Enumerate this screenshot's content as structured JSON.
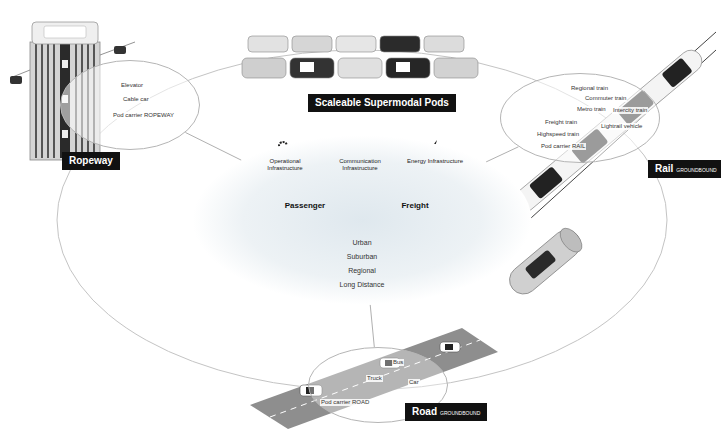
{
  "diagram": {
    "nodes": [
      {
        "text": [
          "Elevator",
          "Cable car",
          "Pod carrier ROPEWAY"
        ]
      },
      {
        "text": [
          "Ropeway"
        ]
      },
      {
        "text": [
          "Scaleable Supermodal Pods"
        ]
      },
      {
        "text": [
          "Regional train",
          "Commuter train",
          "Metro train",
          "Intercity train",
          "Freight train",
          "Lightrail vehicle",
          "Highspeed train",
          "Pod carrier RAIL"
        ]
      },
      {
        "text": [
          "Rail",
          "GROUNDBOUND"
        ]
      },
      {
        "text": [
          "Urban",
          "Suburban",
          "Regional",
          "Long Distance"
        ]
      },
      {
        "text": [
          "Bus",
          "Truck",
          "Car",
          "Pod carrier ROAD"
        ]
      },
      {
        "text": [
          "Road",
          "GROUNDBOUND"
        ]
      }
    ],
    "edges": [
      {
        "from": 5,
        "to": 0,
        "arrow": "none"
      },
      {
        "from": 5,
        "to": 3,
        "arrow": "none"
      },
      {
        "from": 5,
        "to": 6,
        "arrow": "none"
      }
    ],
    "labels": [
      "Operational Infrastructure",
      "Communication Infrastructure",
      "Energy Infrastructure",
      "Passenger",
      "Freight"
    ]
  }
}
